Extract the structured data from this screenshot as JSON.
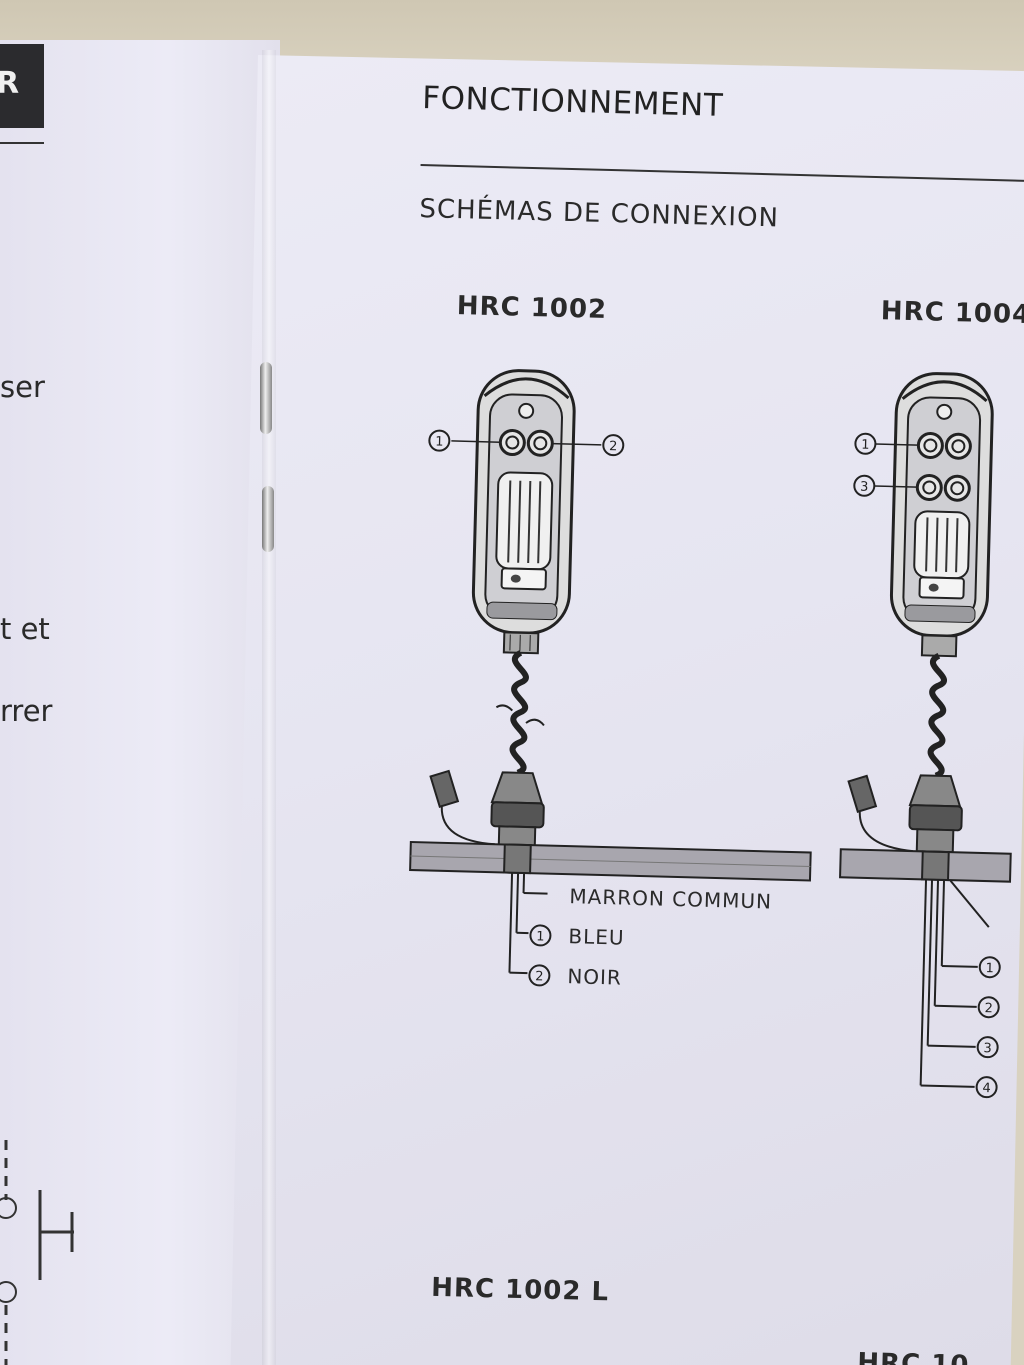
{
  "left_page": {
    "tab_letter": "R",
    "fragments": [
      "ser",
      "t et",
      "rrer"
    ]
  },
  "section": {
    "title": "FONCTIONNEMENT",
    "subtitle": "SCHÉMAS DE CONNEXION"
  },
  "diagrams": [
    {
      "model": "HRC 1002",
      "button_numbers": [
        "1",
        "2"
      ],
      "wires": [
        {
          "number": "",
          "label": "MARRON COMMUN"
        },
        {
          "number": "1",
          "label": "BLEU"
        },
        {
          "number": "2",
          "label": "NOIR"
        }
      ]
    },
    {
      "model": "HRC 1004",
      "button_numbers": [
        "1",
        "3"
      ],
      "wire_numbers": [
        "1",
        "2",
        "3",
        "4"
      ]
    }
  ],
  "next_models": [
    "HRC 1002 L",
    "HRC 10"
  ]
}
